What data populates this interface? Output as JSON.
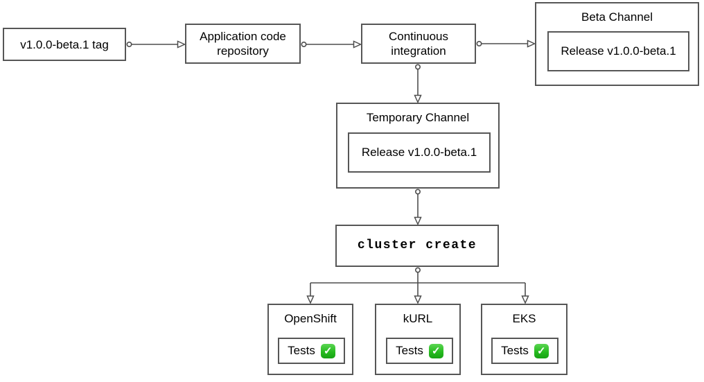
{
  "diagram": {
    "nodes": {
      "tag": {
        "label": "v1.0.0-beta.1 tag"
      },
      "app_repo": {
        "label": "Application code repository"
      },
      "ci": {
        "label": "Continuous integration"
      },
      "beta_channel": {
        "title": "Beta Channel",
        "release_label": "Release v1.0.0-beta.1"
      },
      "temp_channel": {
        "title": "Temporary Channel",
        "release_label": "Release v1.0.0-beta.1"
      },
      "cluster_create": {
        "label": "cluster create"
      },
      "openshift": {
        "title": "OpenShift",
        "tests_label": "Tests"
      },
      "kurl": {
        "title": "kURL",
        "tests_label": "Tests"
      },
      "eks": {
        "title": "EKS",
        "tests_label": "Tests"
      }
    },
    "icons": {
      "check_icon": "✓"
    },
    "colors": {
      "stroke": "#4d4d4d",
      "box_border": "#565656",
      "check_green": "#27bb20",
      "background": "#ffffff",
      "text": "#000000"
    },
    "edges": [
      {
        "from": "tag",
        "to": "app_repo"
      },
      {
        "from": "app_repo",
        "to": "ci"
      },
      {
        "from": "ci",
        "to": "beta_channel"
      },
      {
        "from": "ci",
        "to": "temp_channel"
      },
      {
        "from": "temp_channel",
        "to": "cluster_create"
      },
      {
        "from": "cluster_create",
        "to": "openshift"
      },
      {
        "from": "cluster_create",
        "to": "kurl"
      },
      {
        "from": "cluster_create",
        "to": "eks"
      }
    ]
  }
}
